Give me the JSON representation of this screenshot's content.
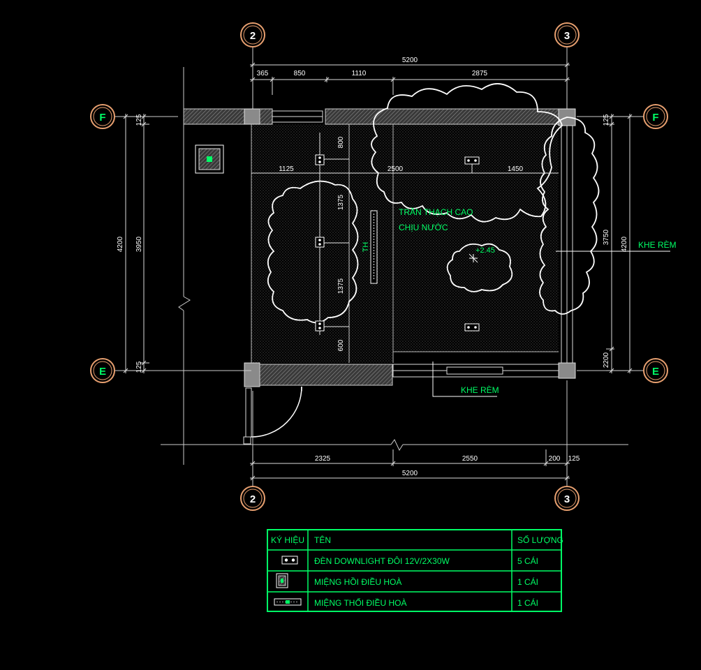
{
  "grid_labels": {
    "col_left": "2",
    "col_right": "3",
    "row_top": "F",
    "row_bottom": "E"
  },
  "dims_top": {
    "overall": "5200",
    "d1": "365",
    "d2": "850",
    "d3": "1110",
    "d4": "2875"
  },
  "dims_bottom": {
    "overall": "5200",
    "d1": "2325",
    "d2": "2550",
    "d3": "200",
    "d4": "125"
  },
  "dims_left": {
    "overall": "4200",
    "inner": "3950",
    "top": "125",
    "bottom": "125"
  },
  "dims_right": {
    "overall": "4200",
    "inner": "3750",
    "top": "125",
    "bottom": "2200"
  },
  "dims_inner": {
    "h1": "1125",
    "h2": "2500",
    "h3": "1450",
    "v1": "800",
    "v2": "1375",
    "v3": "1375",
    "v4": "600"
  },
  "labels": {
    "ceiling_line1": "TRẦN THẠCH CAO",
    "ceiling_line2": "CHỊU NƯỚC",
    "level": "+2.45",
    "curtain_right": "KHE RÈM",
    "curtain_bottom": "KHE RÈM",
    "th": "TH"
  },
  "legend": {
    "headers": {
      "symbol": "KÝ HIỆU",
      "name": "TÊN",
      "qty": "SỐ LƯỢNG"
    },
    "rows": [
      {
        "icon": "double-downlight-icon",
        "name": "ĐÈN DOWNLIGHT ĐÔI 12V/2X30W",
        "qty": "5 CÁI"
      },
      {
        "icon": "return-air-grille-icon",
        "name": "MIỆNG HỒI ĐIỀU HOÀ",
        "qty": "1 CÁI"
      },
      {
        "icon": "supply-air-diffuser-icon",
        "name": "MIỆNG THỔI ĐIỀU HOÀ",
        "qty": "1 CÁI"
      }
    ]
  },
  "colors": {
    "background": "#000000",
    "lines": "#ffffff",
    "text": "#00ff66",
    "bubble": "#e8a070"
  }
}
